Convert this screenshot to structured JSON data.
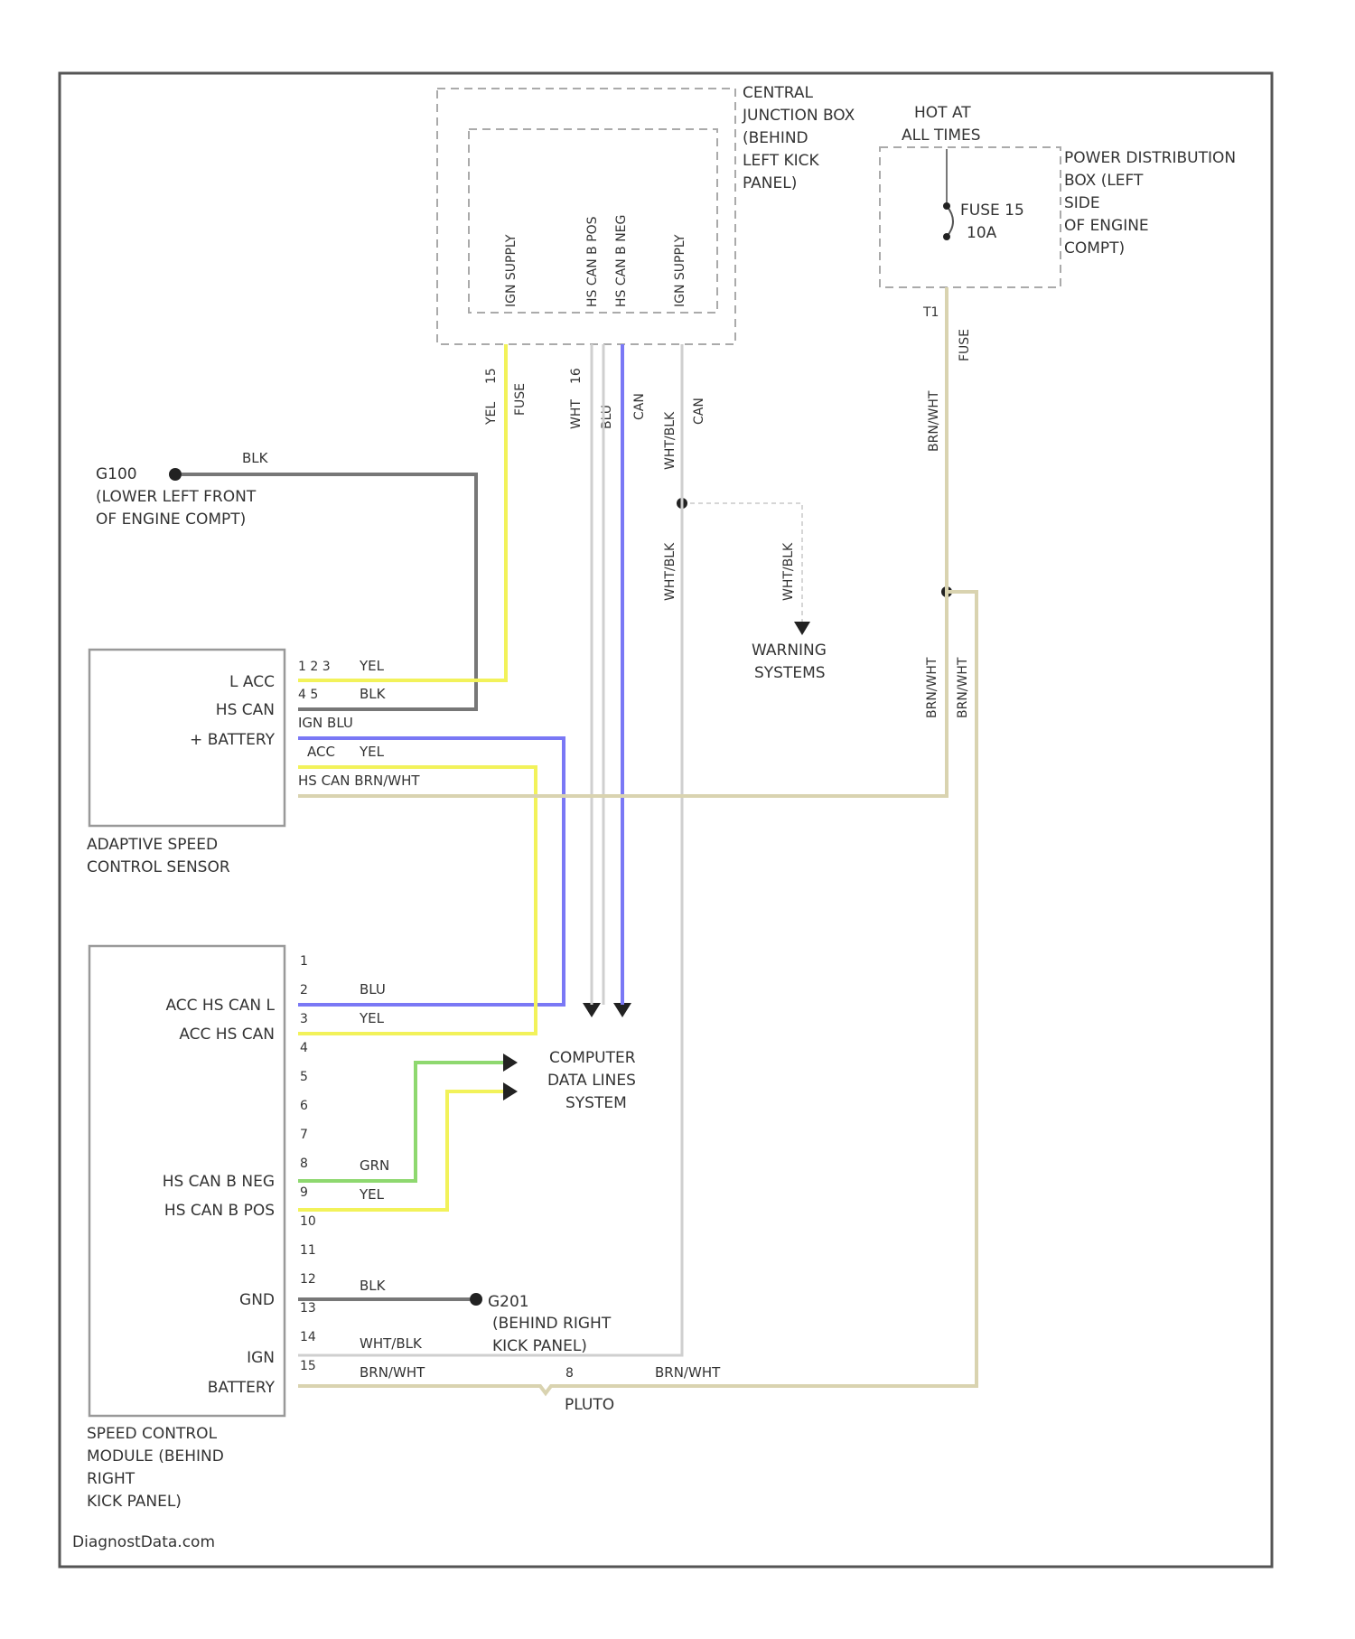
{
  "central_junction_box": {
    "label_lines": [
      "CENTRAL",
      "JUNCTION BOX",
      "(BEHIND",
      "LEFT KICK",
      "PANEL)"
    ],
    "pins": [
      "IGN SUPPLY",
      "HS CAN B POS",
      "HS CAN B NEG",
      "IGN SUPPLY"
    ]
  },
  "power_distribution_box": {
    "label_lines": [
      "POWER DISTRIBUTION",
      "BOX (LEFT",
      "SIDE",
      "OF ENGINE",
      "COMPT)"
    ],
    "hot_lines": [
      "HOT AT",
      "ALL TIMES"
    ],
    "fuse_lines": [
      "FUSE 15",
      "10A"
    ],
    "connector": "T1"
  },
  "ground_g100": {
    "label_lines": [
      "G100",
      "(LOWER LEFT FRONT",
      "OF ENGINE COMPT)"
    ],
    "wire": "BLK"
  },
  "ground_g201": {
    "label_lines": [
      "G201",
      "(BEHIND RIGHT",
      "KICK PANEL)"
    ]
  },
  "wires_top": {
    "w1": [
      "YEL",
      "15",
      "FUSE"
    ],
    "w2": [
      "WHT",
      "16"
    ],
    "w3": [
      "BLU",
      "CAN"
    ],
    "w4": [
      "WHT/BLK",
      "CAN"
    ],
    "w5": [
      "BRN/WHT",
      "FUSE"
    ]
  },
  "warning": {
    "wire1": "WHT/BLK",
    "wire2": "WHT/BLK",
    "label_lines": [
      "WARNING",
      "SYSTEMS"
    ]
  },
  "splice_wires": [
    "BRN/WHT",
    "BRN/WHT"
  ],
  "adaptive_sensor": {
    "pins_left": [
      "L ACC",
      "HS CAN",
      "+ BATTERY"
    ],
    "pin_nums": [
      "1 2 3",
      "4 5",
      "",
      "",
      "",
      ""
    ],
    "wire_labels": [
      "YEL",
      "BLK",
      "IGN BLU",
      "ACC",
      "YEL",
      "HS CAN BRN/WHT"
    ],
    "label_lines": [
      "ADAPTIVE SPEED",
      "CONTROL SENSOR"
    ]
  },
  "speed_module": {
    "pin_numbers": [
      "1",
      "2",
      "3",
      "4",
      "5",
      "6",
      "7",
      "8",
      "9",
      "10",
      "11",
      "12",
      "13",
      "14",
      "15"
    ],
    "pin_labels": {
      "p2": "ACC HS CAN L",
      "p3": "ACC HS CAN",
      "p8": "HS CAN B NEG",
      "p9": "HS CAN B POS",
      "p12": "GND",
      "p14": "IGN",
      "p15": "BATTERY"
    },
    "wire_labels": {
      "p2": "BLU",
      "p3": "YEL",
      "p8": "GRN",
      "p9": "YEL",
      "p12": "BLK",
      "p14": "WHT/BLK",
      "p15": "BRN/WHT"
    },
    "label_lines": [
      "SPEED CONTROL",
      "MODULE (BEHIND",
      "RIGHT",
      "KICK PANEL)"
    ]
  },
  "computer_data": {
    "label_lines": [
      "COMPUTER",
      "DATA LINES",
      "SYSTEM"
    ]
  },
  "connector_bottom": {
    "pin": "8",
    "name": "PLUTO",
    "wire": "BRN/WHT"
  },
  "footer": "DiagnostData.com"
}
